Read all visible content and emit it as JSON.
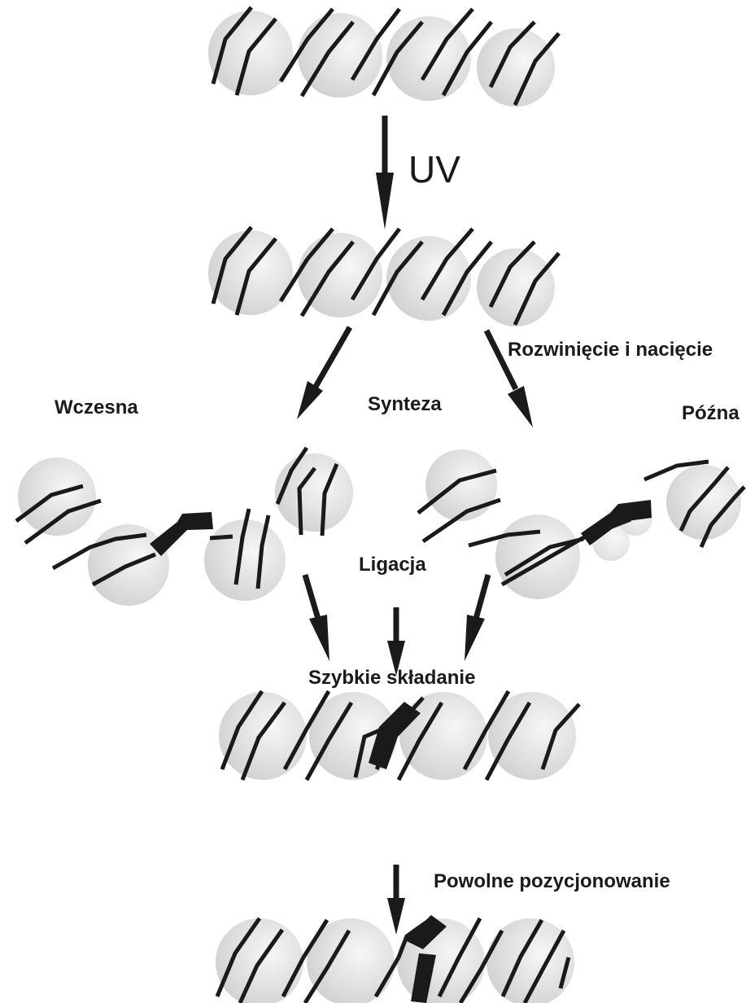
{
  "labels": {
    "uv": "UV",
    "unwinding": "Rozwinięcie i nacięcie",
    "early": "Wczesna",
    "synthesis": "Synteza",
    "late": "Późna",
    "ligation": "Ligacja",
    "fast_assembly": "Szybkie składanie",
    "slow_positioning": "Powolne pozycjonowanie"
  },
  "colors": {
    "ink": "#1a1a1a",
    "nucleosome_light": "#f4f4f4",
    "nucleosome_dark": "#cfcfcf"
  }
}
